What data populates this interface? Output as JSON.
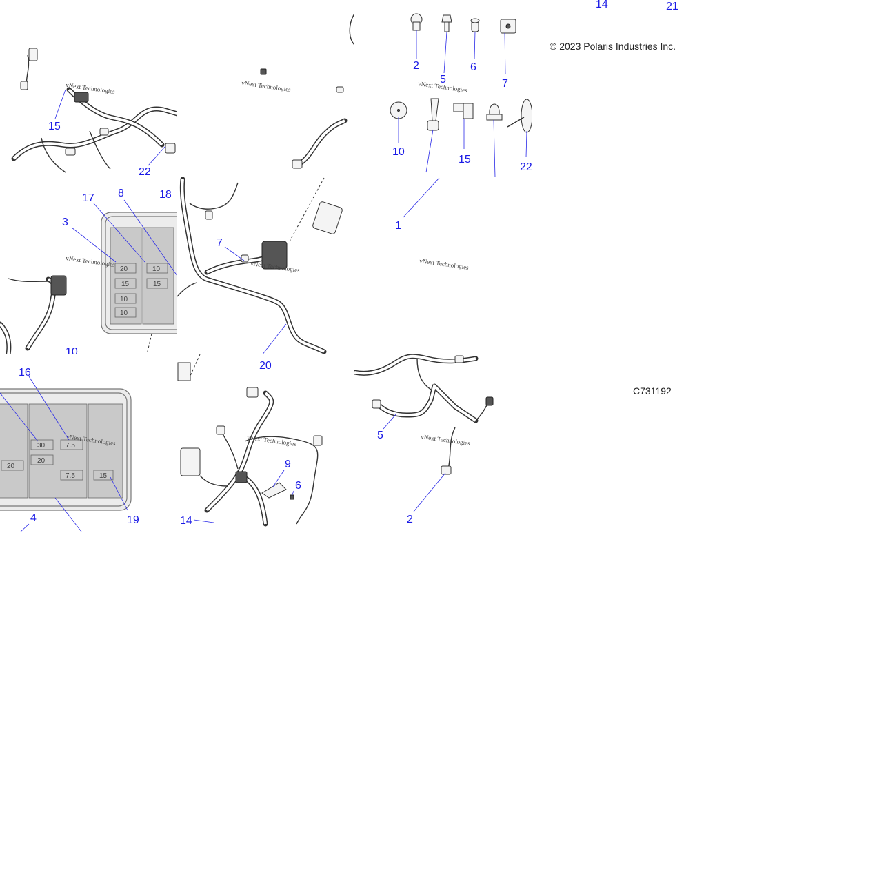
{
  "copyright": "© 2023 Polaris Industries Inc.",
  "diagram_code": "C731192",
  "watermark": "vNext Technologies",
  "panels": {
    "p1": {
      "callouts": [
        "15",
        "22"
      ]
    },
    "p2": {
      "callouts": []
    },
    "p3": {
      "callouts": [
        "2",
        "5",
        "6",
        "7",
        "10",
        "15",
        "22",
        "1"
      ]
    },
    "p4": {
      "callouts": [
        "14",
        "21"
      ]
    },
    "p5": {
      "callouts": [
        "17",
        "8",
        "18",
        "3",
        "10"
      ],
      "fuses": [
        "20",
        "10",
        "15",
        "15",
        "10",
        "10"
      ]
    },
    "p6": {
      "callouts": [
        "7",
        "20"
      ]
    },
    "p7": {
      "callouts": [
        "16",
        "4",
        "19"
      ],
      "fuses": [
        "30",
        "7.5",
        "20",
        "20",
        "7.5",
        "15"
      ]
    },
    "p8": {
      "callouts": [
        "9",
        "6",
        "14"
      ]
    },
    "p9": {
      "callouts": [
        "5",
        "2"
      ]
    }
  }
}
